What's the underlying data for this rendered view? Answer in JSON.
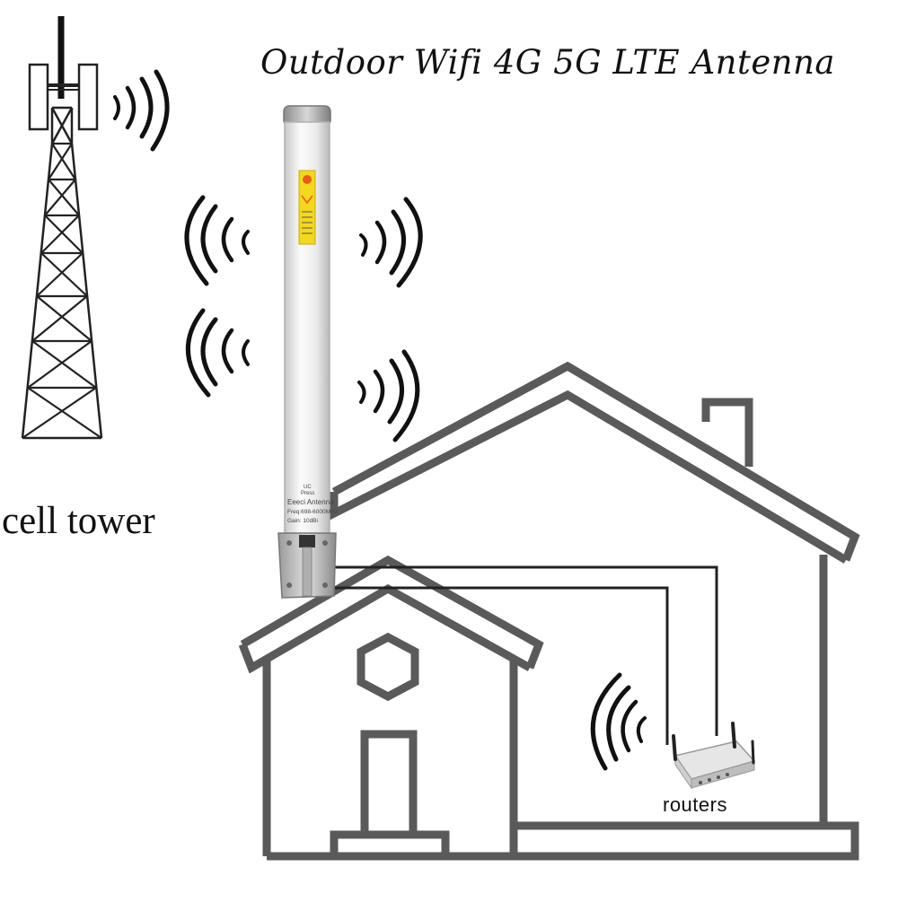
{
  "title": "Outdoor Wifi 4G 5G LTE Antenna",
  "labels": {
    "cell_tower": "cell tower",
    "routers": "routers"
  },
  "antenna": {
    "brand_line": "Eeeci Antenna",
    "freq_line": "Freq:698-6000MHz",
    "gain_line": "Gain: 10dBi",
    "badge_top": "UC",
    "badge_bottom": "Press"
  },
  "colors": {
    "outline": "#5a5a5a",
    "wave": "#111111",
    "antenna_body": "#f2f2f2",
    "label_yellow": "#f4d81c",
    "label_red": "#e85a1e"
  }
}
